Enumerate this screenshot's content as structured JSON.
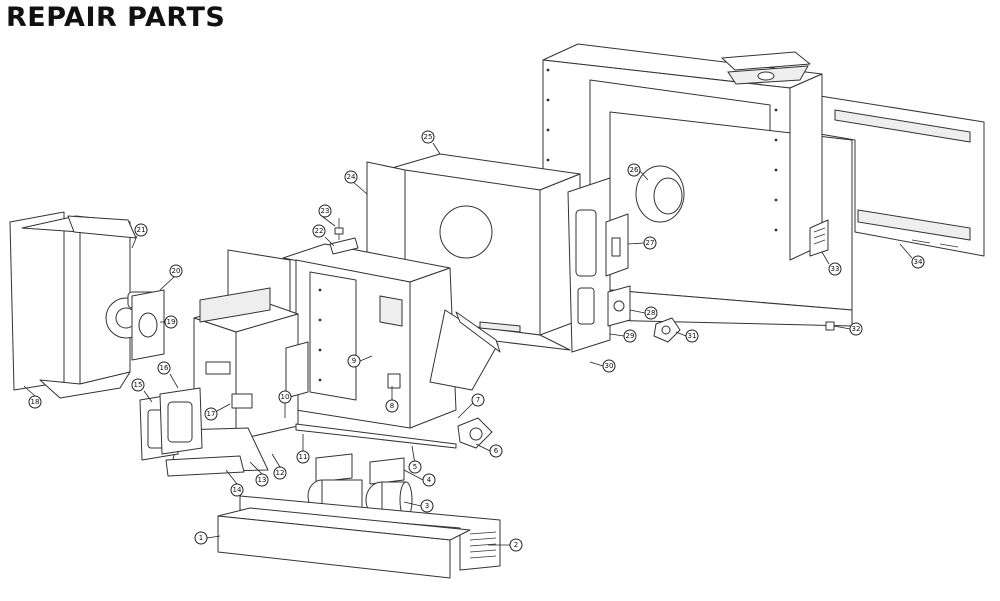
{
  "title": "REPAIR PARTS",
  "callouts": [
    "1",
    "2",
    "3",
    "4",
    "5",
    "6",
    "7",
    "8",
    "9",
    "10",
    "11",
    "12",
    "13",
    "14",
    "15",
    "16",
    "17",
    "18",
    "19",
    "20",
    "21",
    "22",
    "23",
    "24",
    "25",
    "26",
    "27",
    "28",
    "29",
    "30",
    "31",
    "32",
    "33",
    "34"
  ],
  "colors": {
    "ink": "#222222",
    "fill": "#ffffff",
    "panel": "#eeeeee"
  }
}
